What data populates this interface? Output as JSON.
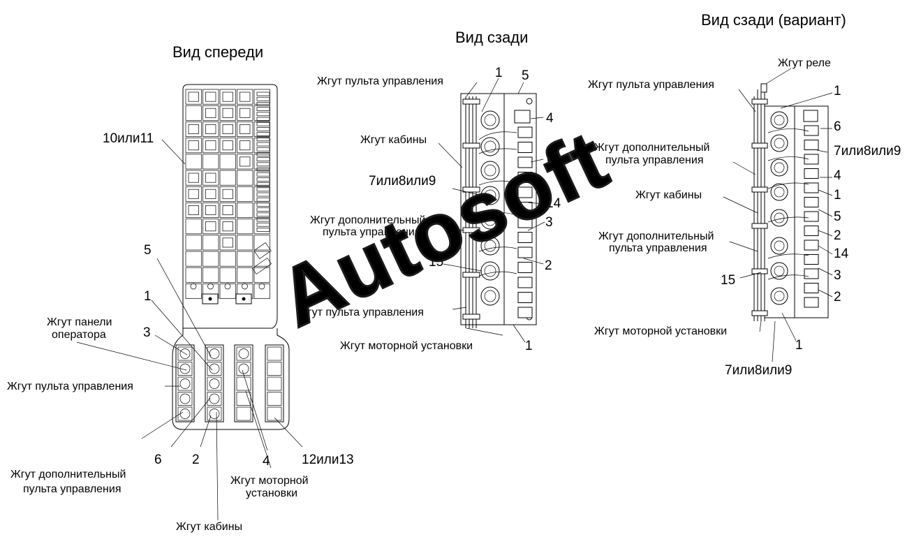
{
  "titles": {
    "front": "Вид спереди",
    "rear": "Вид сзади",
    "rear_variant": "Вид сзади (вариант)"
  },
  "watermark": "Autosoft",
  "front_view": {
    "callout_top_left": "10или11",
    "num_5": "5",
    "num_1": "1",
    "num_3": "3",
    "label_operator_panel_1": "Жгут панели",
    "label_operator_panel_2": "оператора",
    "label_control_panel": "Жгут пульта управления",
    "num_6": "6",
    "num_2": "2",
    "num_4": "4",
    "num_12_13": "12или13",
    "label_aux_panel_1": "Жгут дополнительный",
    "label_aux_panel_2": "пульта управления",
    "label_engine_1": "Жгут моторной",
    "label_engine_2": "установки",
    "label_cab": "Жгут кабины"
  },
  "rear_view": {
    "label_control_panel_top": "Жгут пульта управления",
    "num_1_top": "1",
    "num_5": "5",
    "num_4": "4",
    "label_cab": "Жгут кабины",
    "num_6": "6",
    "num_7_8_9": "7или8или9",
    "num_14": "14",
    "label_aux_panel_1": "Жгут дополнительный",
    "label_aux_panel_2": "пульта управления",
    "num_3": "3",
    "num_15": "15",
    "num_2": "2",
    "label_control_panel_bottom": "Жгут пульта управления",
    "label_engine": "Жгут моторной установки",
    "num_1_bottom": "1"
  },
  "rear_variant_view": {
    "label_relay": "Жгут реле",
    "label_control_panel": "Жгут пульта управления",
    "num_1_top": "1",
    "num_6": "6",
    "label_aux_top_1": "Жгут дополнительный",
    "label_aux_top_2": "пульта управления",
    "num_7_8_9_right": "7или8или9",
    "num_4": "4",
    "label_cab": "Жгут кабины",
    "num_1_mid": "1",
    "num_5": "5",
    "label_aux_mid_1": "Жгут дополнительный",
    "label_aux_mid_2": "пульта управления",
    "num_2_a": "2",
    "num_14": "14",
    "num_15": "15",
    "num_3": "3",
    "num_2_b": "2",
    "label_engine": "Жгут моторной установки",
    "num_1_bottom": "1",
    "num_7_8_9_bottom": "7или8или9"
  }
}
